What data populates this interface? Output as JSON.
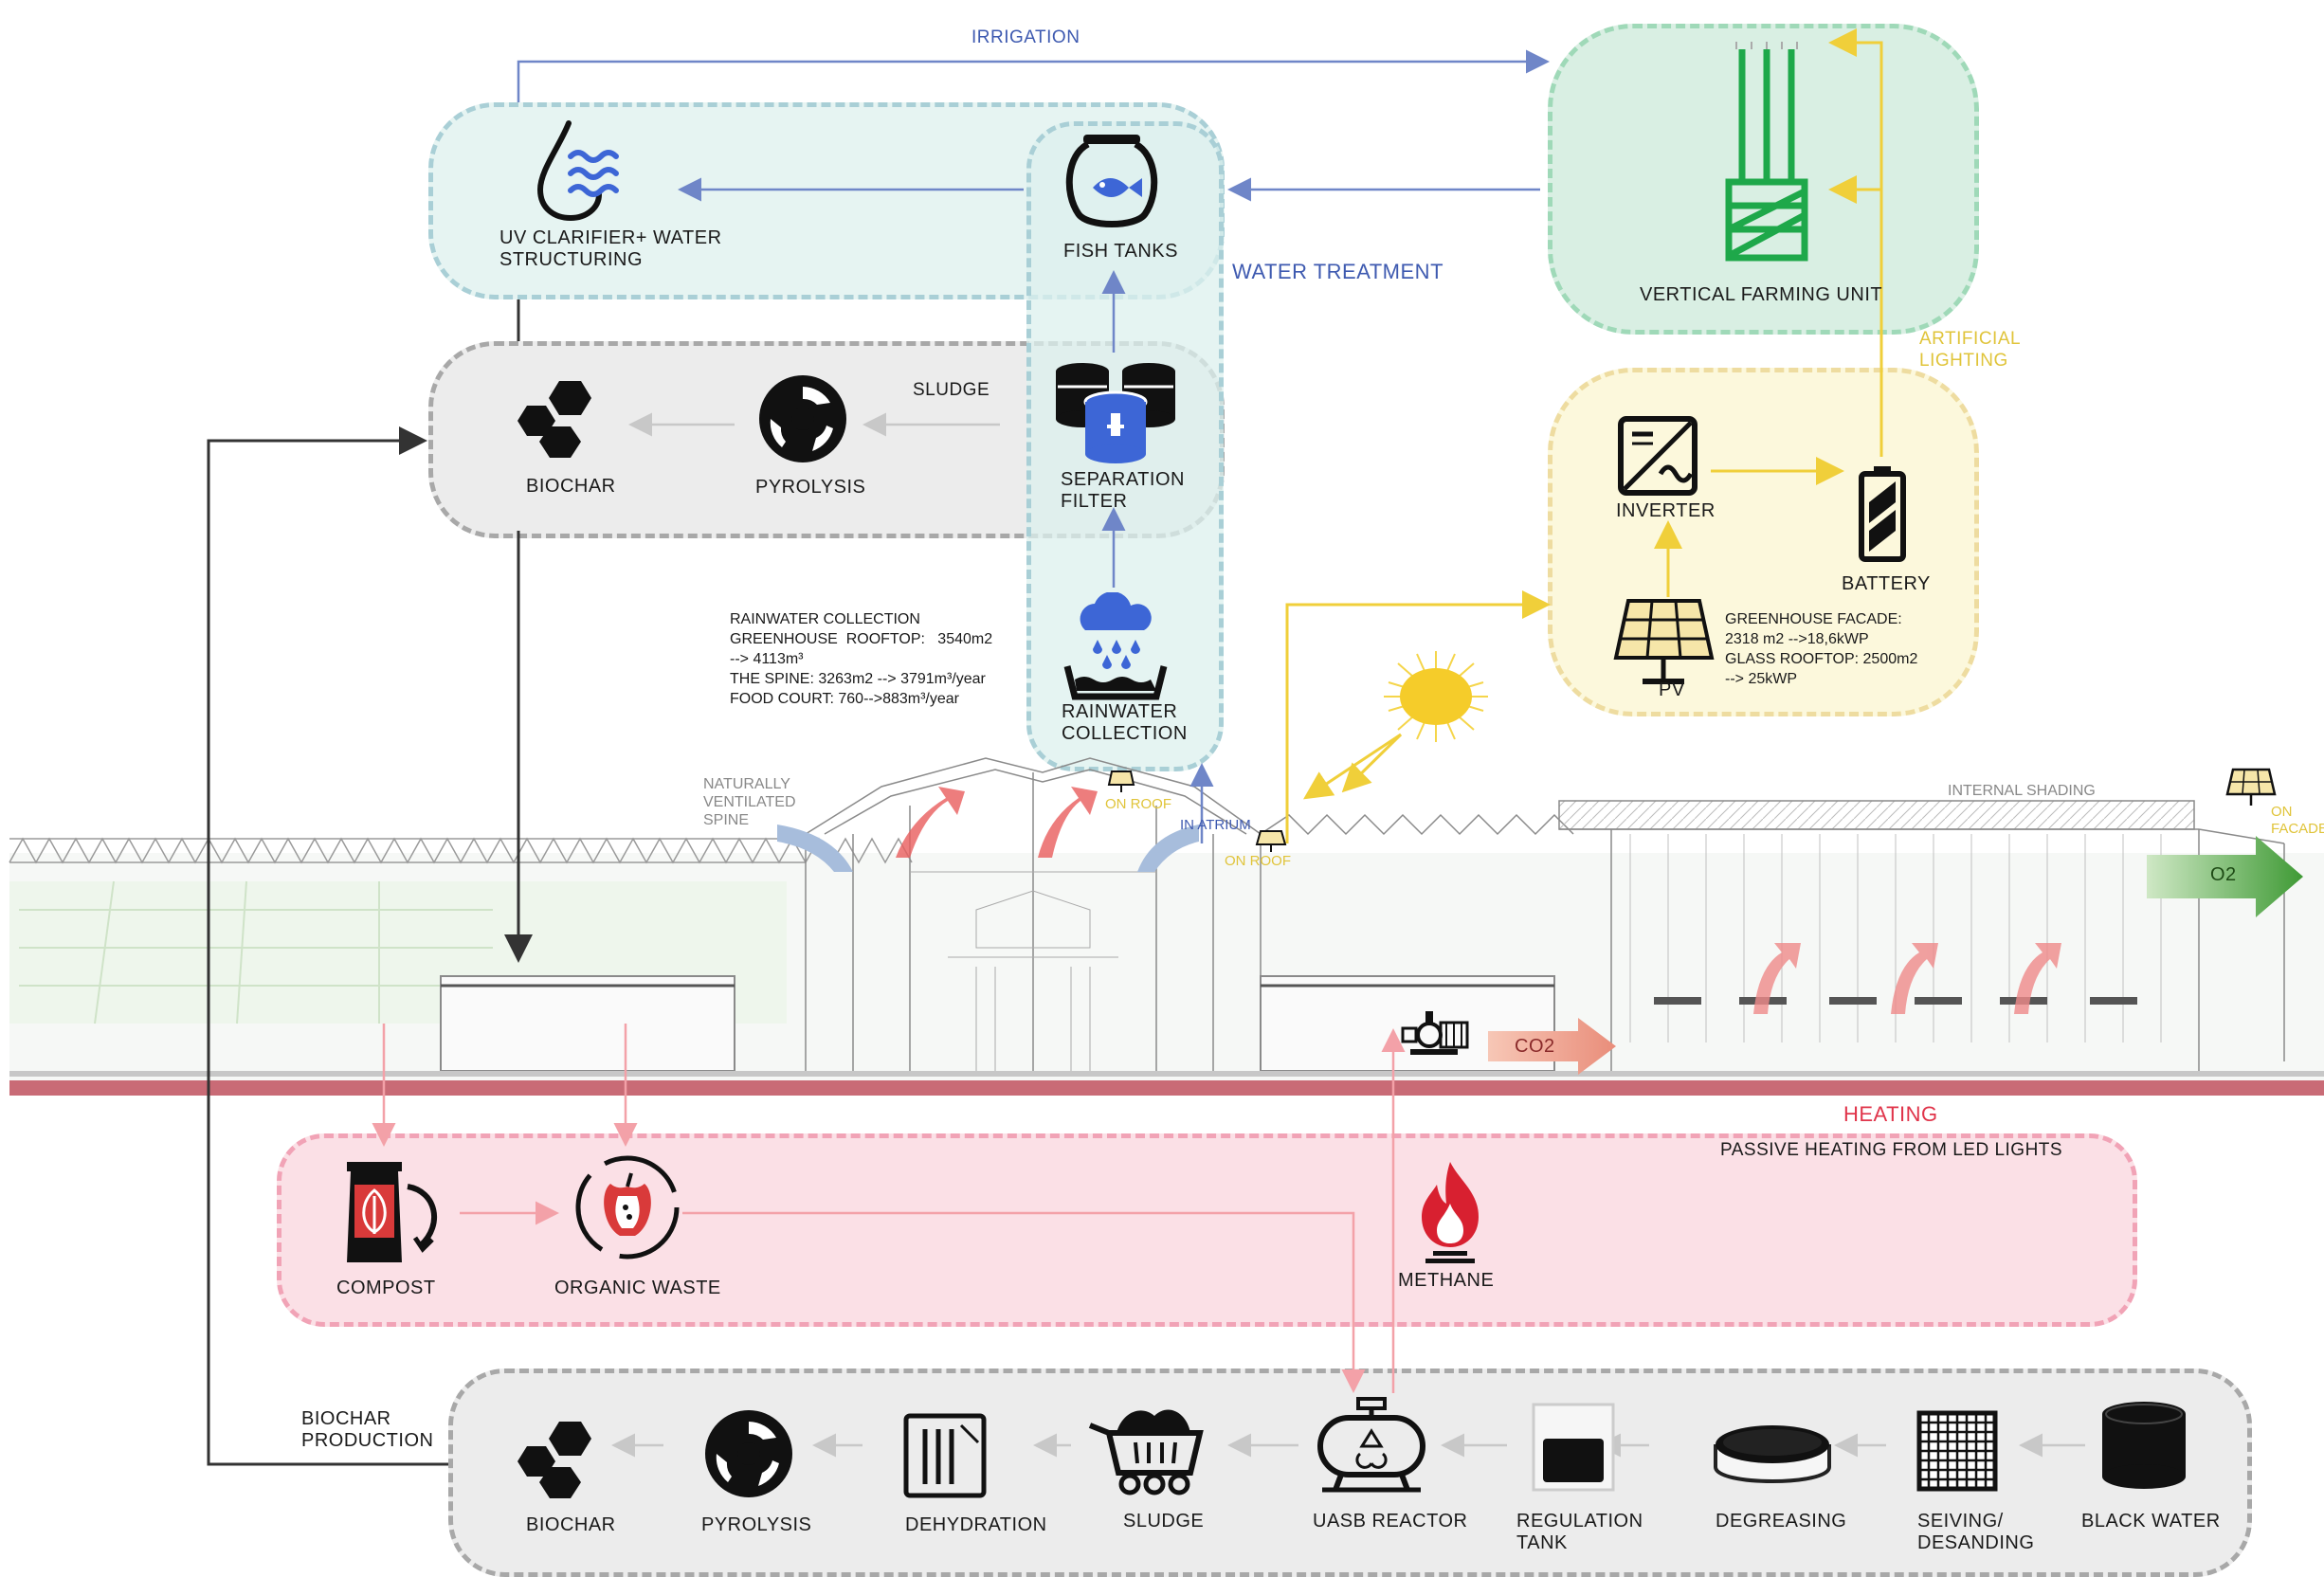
{
  "colors": {
    "water_panel": "#e6f4f2",
    "water_border": "#a9cfd6",
    "grey_panel": "#ececec",
    "grey_border": "#a8a8a8",
    "farm_panel": "#d9efe3",
    "farm_border": "#9fd9b8",
    "energy_panel": "#fcf8dc",
    "energy_border": "#eedca0",
    "heating_panel": "#fbe0e6",
    "heating_border": "#f1a3b6",
    "blue_flow": "#6f86c8",
    "yellow_flow": "#f0cf3a",
    "red_flow": "#f3a1a8",
    "dark_flow": "#333333",
    "farm_green": "#1ea84a",
    "accent_red": "#e0344a"
  },
  "flows": {
    "irrigation": "IRRIGATION",
    "water_treatment": "WATER TREATMENT",
    "sludge": "SLUDGE",
    "artificial_lighting": "ARTIFICIAL\nLIGHTING",
    "heating": "HEATING",
    "passive_heating": "PASSIVE HEATING FROM LED LIGHTS",
    "co2": "CO2",
    "o2": "O2"
  },
  "nodes": {
    "uv_clarifier": "UV CLARIFIER+ WATER\nSTRUCTURING",
    "fish_tanks": "FISH TANKS",
    "vertical_farming": "VERTICAL FARMING UNIT",
    "biochar_top": "BIOCHAR",
    "pyrolysis_top": "PYROLYSIS",
    "separation_filter": "SEPARATION\nFILTER",
    "rainwater_collection": "RAINWATER\nCOLLECTION",
    "inverter": "INVERTER",
    "battery": "BATTERY",
    "pv": "PV",
    "compost": "COMPOST",
    "organic_waste": "ORGANIC WASTE",
    "methane": "METHANE",
    "biochar_production": "BIOCHAR\nPRODUCTION",
    "biochar_bottom": "BIOCHAR",
    "pyrolysis_bottom": "PYROLYSIS",
    "dehydration": "DEHYDRATION",
    "sludge_bottom": "SLUDGE",
    "uasb_reactor": "UASB REACTOR",
    "regulation_tank": "REGULATION\nTANK",
    "degreasing": "DEGREASING",
    "seiving": "SEIVING/\nDESANDING",
    "black_water": "BLACK WATER"
  },
  "notes": {
    "rainwater": "RAINWATER COLLECTION\nGREENHOUSE  ROOFTOP:   3540m2\n--> 4113m³\nTHE SPINE: 3263m2 --> 3791m³/year\nFOOD COURT: 760-->883m³/year",
    "pv": "GREENHOUSE FACADE:\n2318 m2 -->18,6kWP\nGLASS ROOFTOP: 2500m2\n--> 25kWP"
  },
  "building": {
    "naturally_ventilated": "NATURALLY\nVENTILATED\nSPINE",
    "on_roof_1": "ON ROOF",
    "in_atrium": "IN ATRIUM",
    "on_roof_2": "ON ROOF",
    "internal_shading": "INTERNAL SHADING",
    "on_facade": "ON\nFACADE"
  }
}
